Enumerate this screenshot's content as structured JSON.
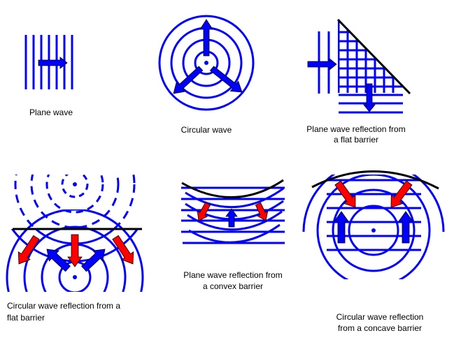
{
  "colors": {
    "wave": "#0000ff",
    "barrier": "#000000",
    "incident_arrow": "#ff0000",
    "reflected_arrow": "#0000ff"
  },
  "panels": [
    {
      "id": "plane-wave",
      "label": [
        "Plane wave"
      ]
    },
    {
      "id": "circular-wave",
      "label": [
        "Circular wave"
      ]
    },
    {
      "id": "plane-flat",
      "label": [
        "Plane wave reflection from",
        "a flat barrier"
      ]
    },
    {
      "id": "circular-flat",
      "label": [
        "Circular wave reflection from a",
        "flat barrier"
      ]
    },
    {
      "id": "plane-convex",
      "label": [
        "Plane wave reflection from",
        "a convex barrier"
      ]
    },
    {
      "id": "circular-concave",
      "label": [
        "Circular wave reflection",
        "from a concave barrier"
      ]
    }
  ]
}
